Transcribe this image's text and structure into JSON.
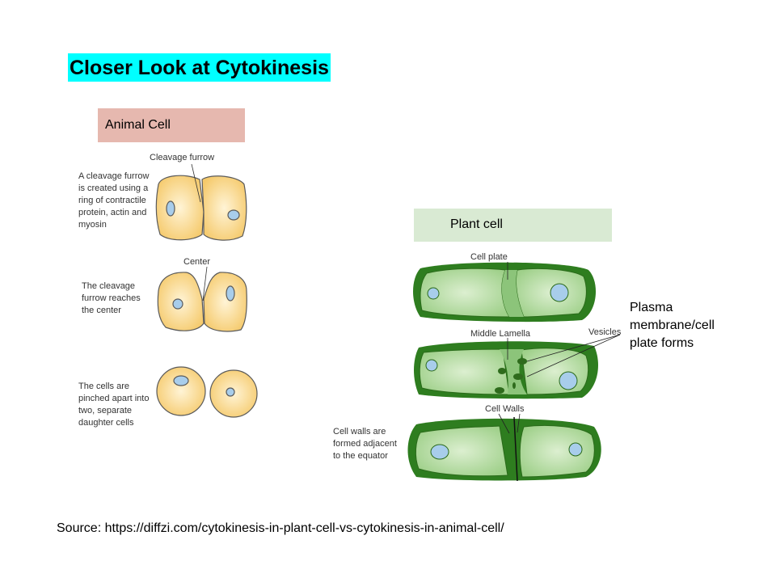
{
  "title": "Closer Look at Cytokinesis",
  "animal": {
    "header": "Animal Cell",
    "labels": {
      "cleavage_furrow": "Cleavage furrow",
      "center": "Center"
    },
    "steps": [
      "A cleavage furrow is created using a ring of contractile protein, actin and myosin",
      "The cleavage furrow reaches the center",
      "The cells are pinched apart into two, separate daughter cells"
    ]
  },
  "plant": {
    "header": "Plant cell",
    "labels": {
      "cell_plate": "Cell plate",
      "middle_lamella": "Middle Lamella",
      "vesicles": "Vesicles",
      "cell_walls": "Cell Walls"
    },
    "step": "Cell walls are formed adjacent to the equator",
    "side_note": "Plasma membrane/cell plate forms"
  },
  "source": "Source: https://diffzi.com/cytokinesis-in-plant-cell-vs-cytokinesis-in-animal-cell/",
  "colors": {
    "title_bg": "#00ffff",
    "animal_bg": "#e6b8af",
    "plant_bg": "#d9ead3",
    "cell_yellow": "#f7d27a",
    "plant_green": "#2e7d1f",
    "nucleus": "#a8cdeb"
  }
}
